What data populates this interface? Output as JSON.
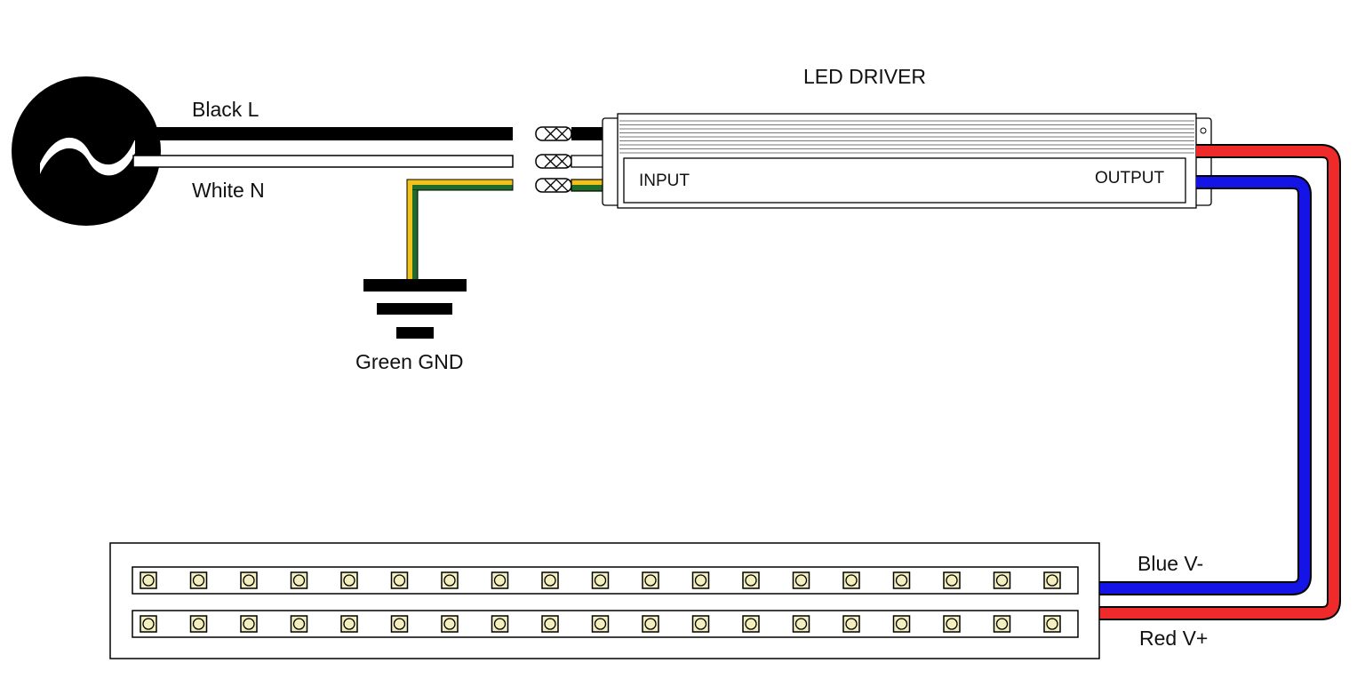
{
  "labels": {
    "driver_title": "LED DRIVER",
    "black_wire": "Black L",
    "white_wire": "White N",
    "ground": "Green GND",
    "input": "INPUT",
    "output": "OUTPUT",
    "blue_wire": "Blue V-",
    "red_wire": "Red V+"
  },
  "colors": {
    "black_wire": "#000000",
    "white_wire": "#ffffff",
    "ground_yellow": "#f2c21b",
    "ground_green": "#1f6b2a",
    "red_wire": "#ee2a2a",
    "blue_wire": "#1414e6",
    "led_fill": "#f3efbe"
  },
  "icons": {
    "ac_source": "ac-source-icon",
    "ground": "ground-symbol-icon"
  },
  "led_strip": {
    "rows": 2,
    "leds_per_row": 19
  }
}
